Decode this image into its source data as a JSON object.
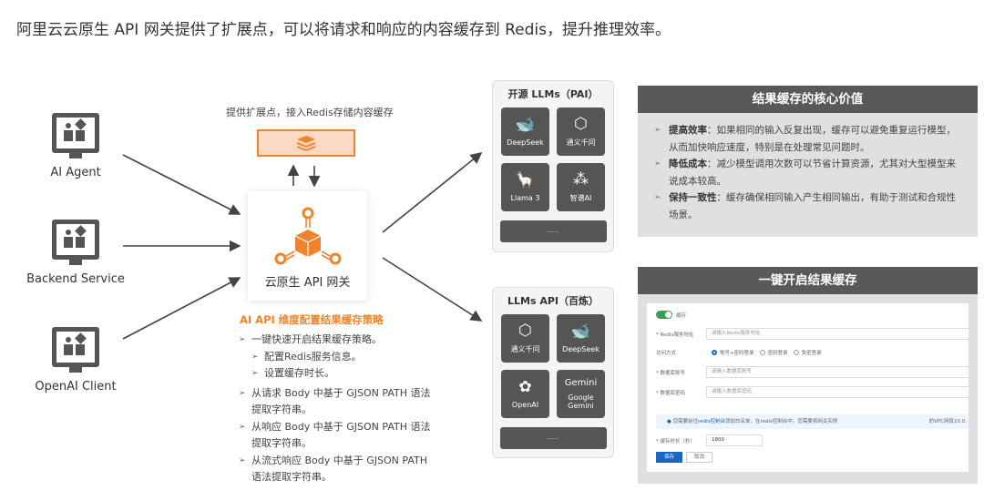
{
  "title": "阿里云云原生 API 网关提供了扩展点，可以将请求和响应的内容缓存到 Redis，提升推理效率。",
  "clients": [
    "AI Agent",
    "Backend Service",
    "OpenAI Client"
  ],
  "redis_caption": "提供扩展点，接入Redis存储内容缓存",
  "gateway_label": "云原生 API 网关",
  "strategy": {
    "heading": "AI API 维度配置结果缓存策略",
    "items": [
      "一键快速开启结果缓存策略。",
      "配置Redis服务信息。",
      "设置缓存时长。",
      "从请求 Body 中基于 GJSON PATH 语法提取字符串。",
      "从响应 Body 中基于 GJSON PATH 语法提取字符串。",
      "从流式响应 Body 中基于 GJSON PATH 语法提取字符串。"
    ]
  },
  "pai": {
    "title": "开源 LLMs（PAI）",
    "models": [
      "DeepSeek",
      "通义千问",
      "Llama 3",
      "智谱AI"
    ],
    "more": "......"
  },
  "api": {
    "title": "LLMs API（百炼）",
    "models": [
      "通义千问",
      "DeepSeek",
      "OpenAI",
      "Google Gemini"
    ],
    "gemini_logo": "Gemini",
    "more": "......"
  },
  "value": {
    "title": "结果缓存的核心价值",
    "items": [
      {
        "k": "提高效率",
        "v": "：如果相同的输入反复出现，缓存可以避免重复运行模型，从而加快响应速度，特别是在处理常见问题时。"
      },
      {
        "k": "降低成本",
        "v": "：减少模型调用次数可以节省计算资源，尤其对大型模型来说成本较高。"
      },
      {
        "k": "保持一致性",
        "v": "：缓存确保相同输入产生相同输出，有助于测试和合规性场景。"
      }
    ]
  },
  "oneclick": {
    "title": "一键开启结果缓存",
    "toggle": "缓存",
    "redis_label": "* Redis服务地址",
    "redis_ph": "请输入Redis服务地址",
    "access_label": "访问方式",
    "access_opts": [
      "账号+密码登录",
      "密码登录",
      "免密登录"
    ],
    "user_label": "* 数据库账号",
    "user_ph": "请输入数据库账号",
    "pwd_label": "* 数据库密码",
    "pwd_ph": "请输入数据库密码",
    "info_pre": "您需要前往",
    "info_link": "redis控制台",
    "info_post": "添加白名单，在redis控制台中，您需要将网关实例",
    "info_tail": "的VPC网段10.0.",
    "ttl_label": "* 缓存时长（秒）",
    "ttl_value": "1800",
    "save": "保存",
    "cancel": "取消"
  }
}
